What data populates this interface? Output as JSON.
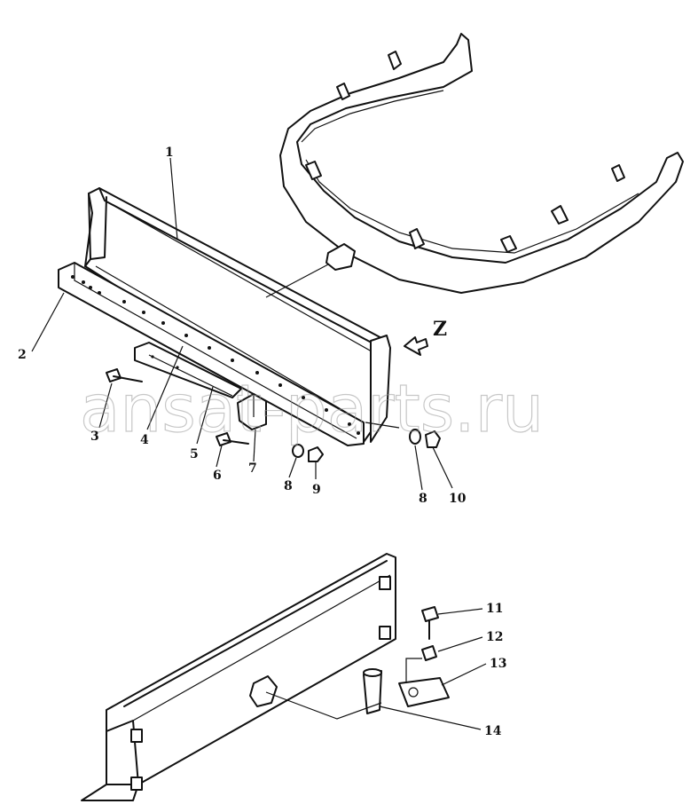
{
  "diagram": {
    "watermark": "ansat-parts.ru",
    "view_label": "Z",
    "callouts": {
      "c1": "1",
      "c2": "2",
      "c3": "3",
      "c4": "4",
      "c5": "5",
      "c6": "6",
      "c7": "7",
      "c8a": "8",
      "c9": "9",
      "c8b": "8",
      "c10": "10",
      "c11": "11",
      "c12": "12",
      "c13": "13",
      "c14": "14"
    }
  }
}
